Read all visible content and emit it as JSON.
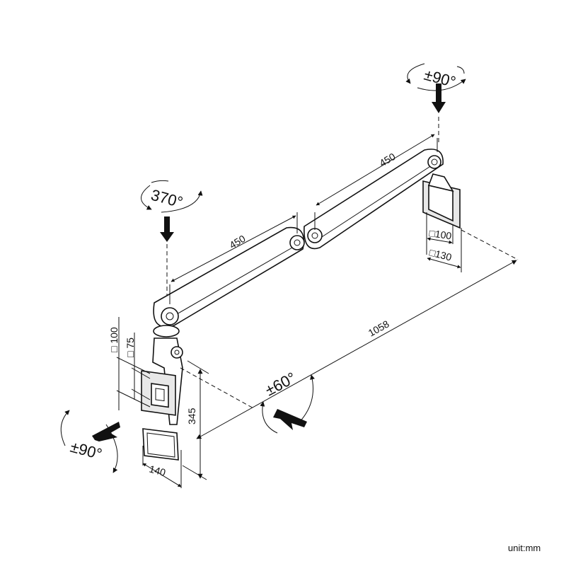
{
  "rotations": {
    "top_swivel": "±90°",
    "middle_swivel": "370°",
    "head_tilt": "±60°",
    "head_rotate": "±90°"
  },
  "dimensions": {
    "upper_arm": "450",
    "lower_arm": "450",
    "reach": "1058",
    "height": "345",
    "plate_width": "140",
    "vesa_small": "□ 75",
    "vesa_large": "□ 100",
    "base_vesa_small": "□100",
    "base_vesa_large": "□130"
  },
  "unit_label": "unit:mm"
}
